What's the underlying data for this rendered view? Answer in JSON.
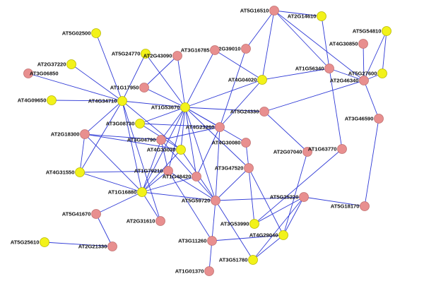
{
  "colors": {
    "edge": "#2f3ad6",
    "node_pink": "#e88f8f",
    "node_pink_stroke": "#c07070",
    "node_yellow": "#f2f21a",
    "node_yellow_stroke": "#b8b800",
    "label": "#111111"
  },
  "nodes": [
    {
      "id": "AT5G16510",
      "label": "AT5G16510",
      "color": "pink"
    },
    {
      "id": "AT2G14610",
      "label": "AT2G14610",
      "color": "yellow"
    },
    {
      "id": "AT5G54810",
      "label": "AT5G54810",
      "color": "yellow"
    },
    {
      "id": "AT4G30850",
      "label": "AT4G30850",
      "color": "pink"
    },
    {
      "id": "AT1G56340",
      "label": "AT1G56340",
      "color": "pink"
    },
    {
      "id": "AT2G46340",
      "label": "AT2G46340",
      "color": "pink"
    },
    {
      "id": "AT5G27600",
      "label": "AT5G27600",
      "color": "yellow"
    },
    {
      "id": "AT2G39010",
      "label": "AT2G39010",
      "color": "pink"
    },
    {
      "id": "AT3G16785",
      "label": "AT3G16785",
      "color": "pink"
    },
    {
      "id": "AT4G04020",
      "label": "AT4G04020",
      "color": "yellow"
    },
    {
      "id": "AT5G02500",
      "label": "AT5G02500",
      "color": "yellow"
    },
    {
      "id": "AT5G24770",
      "label": "AT5G24770",
      "color": "yellow"
    },
    {
      "id": "AT2G43090",
      "label": "AT2G43090",
      "color": "pink"
    },
    {
      "id": "AT2G37220",
      "label": "AT2G37220",
      "color": "yellow"
    },
    {
      "id": "AT3G06850",
      "label": "AT3G06850",
      "color": "pink"
    },
    {
      "id": "AT1G17950",
      "label": "AT1G17950",
      "color": "pink"
    },
    {
      "id": "AT4G09650",
      "label": "AT4G09650",
      "color": "yellow"
    },
    {
      "id": "AT4G34710",
      "label": "AT4G34710",
      "color": "yellow"
    },
    {
      "id": "AT1G53670",
      "label": "AT1G53670",
      "color": "yellow"
    },
    {
      "id": "AT5G24330",
      "label": "AT5G24330",
      "color": "pink"
    },
    {
      "id": "AT3G08730",
      "label": "AT3G08730",
      "color": "yellow"
    },
    {
      "id": "AT4G23260",
      "label": "AT4G23260",
      "color": "pink"
    },
    {
      "id": "AT3G46590",
      "label": "AT3G46590",
      "color": "pink"
    },
    {
      "id": "AT2G18300",
      "label": "AT2G18300",
      "color": "pink"
    },
    {
      "id": "AT3G04790",
      "label": "AT3G04790",
      "color": "pink"
    },
    {
      "id": "AT4G30080",
      "label": "AT4G30080",
      "color": "pink"
    },
    {
      "id": "AT4G33030",
      "label": "AT4G33030",
      "color": "yellow"
    },
    {
      "id": "AT2G07040",
      "label": "AT2G07040",
      "color": "pink"
    },
    {
      "id": "AT1G63770",
      "label": "AT1G63770",
      "color": "pink"
    },
    {
      "id": "AT4G31550",
      "label": "AT4G31550",
      "color": "yellow"
    },
    {
      "id": "AT1G79210",
      "label": "AT1G79210",
      "color": "pink"
    },
    {
      "id": "AT3G47520",
      "label": "AT3G47520",
      "color": "pink"
    },
    {
      "id": "AT1G48420",
      "label": "AT1G48420",
      "color": "pink"
    },
    {
      "id": "AT1G16880",
      "label": "AT1G16880",
      "color": "yellow"
    },
    {
      "id": "AT5G25220",
      "label": "AT5G25220",
      "color": "pink"
    },
    {
      "id": "AT5G59720",
      "label": "AT5G59720",
      "color": "pink"
    },
    {
      "id": "AT5G41670",
      "label": "AT5G41670",
      "color": "pink"
    },
    {
      "id": "AT5G18170",
      "label": "AT5G18170",
      "color": "pink"
    },
    {
      "id": "AT2G31610",
      "label": "AT2G31610",
      "color": "pink"
    },
    {
      "id": "AT3G53990",
      "label": "AT3G53990",
      "color": "yellow"
    },
    {
      "id": "AT4G29040",
      "label": "AT4G29040",
      "color": "yellow"
    },
    {
      "id": "AT5G25610",
      "label": "AT5G25610",
      "color": "yellow"
    },
    {
      "id": "AT3G11260",
      "label": "AT3G11260",
      "color": "pink"
    },
    {
      "id": "AT2G21330",
      "label": "AT2G21330",
      "color": "pink"
    },
    {
      "id": "AT3G51780",
      "label": "AT3G51780",
      "color": "yellow"
    },
    {
      "id": "AT1G01370",
      "label": "AT1G01370",
      "color": "pink"
    }
  ],
  "edges": [
    [
      "AT5G16510",
      "AT2G14610"
    ],
    [
      "AT5G16510",
      "AT1G56340"
    ],
    [
      "AT5G16510",
      "AT2G46340"
    ],
    [
      "AT5G16510",
      "AT4G04020"
    ],
    [
      "AT5G16510",
      "AT2G39010"
    ],
    [
      "AT2G14610",
      "AT1G56340"
    ],
    [
      "AT5G54810",
      "AT2G46340"
    ],
    [
      "AT4G30850",
      "AT2G46340"
    ],
    [
      "AT2G46340",
      "AT5G27600"
    ],
    [
      "AT2G46340",
      "AT1G56340"
    ],
    [
      "AT2G46340",
      "AT5G24330"
    ],
    [
      "AT2G46340",
      "AT3G46590"
    ],
    [
      "AT1G56340",
      "AT1G63770"
    ],
    [
      "AT1G56340",
      "AT4G04020"
    ],
    [
      "AT5G27600",
      "AT5G54810"
    ],
    [
      "AT3G16785",
      "AT4G04020"
    ],
    [
      "AT3G16785",
      "AT1G53670"
    ],
    [
      "AT2G39010",
      "AT4G23260"
    ],
    [
      "AT4G04020",
      "AT1G53670"
    ],
    [
      "AT4G04020",
      "AT4G23260"
    ],
    [
      "AT5G02500",
      "AT4G34710"
    ],
    [
      "AT5G24770",
      "AT4G34710"
    ],
    [
      "AT5G24770",
      "AT1G53670"
    ],
    [
      "AT2G43090",
      "AT1G17950"
    ],
    [
      "AT2G37220",
      "AT4G34710"
    ],
    [
      "AT3G06850",
      "AT4G34710"
    ],
    [
      "AT4G09650",
      "AT4G34710"
    ],
    [
      "AT1G17950",
      "AT1G53670"
    ],
    [
      "AT4G34710",
      "AT1G53670"
    ],
    [
      "AT4G34710",
      "AT2G18300"
    ],
    [
      "AT4G34710",
      "AT4G31550"
    ],
    [
      "AT4G34710",
      "AT1G16880"
    ],
    [
      "AT4G34710",
      "AT2G31610"
    ],
    [
      "AT4G34710",
      "AT4G33030"
    ],
    [
      "AT1G53670",
      "AT2G43090"
    ],
    [
      "AT1G53670",
      "AT3G08730"
    ],
    [
      "AT1G53670",
      "AT5G24330"
    ],
    [
      "AT1G53670",
      "AT4G23260"
    ],
    [
      "AT1G53670",
      "AT3G04790"
    ],
    [
      "AT1G53670",
      "AT1G79210"
    ],
    [
      "AT1G53670",
      "AT1G48420"
    ],
    [
      "AT1G53670",
      "AT3G47520"
    ],
    [
      "AT1G53670",
      "AT5G59720"
    ],
    [
      "AT1G53670",
      "AT1G16880"
    ],
    [
      "AT1G53670",
      "AT4G33030"
    ],
    [
      "AT1G53670",
      "AT4G30080"
    ],
    [
      "AT5G24330",
      "AT2G07040"
    ],
    [
      "AT4G23260",
      "AT5G59720"
    ],
    [
      "AT4G23260",
      "AT1G48420"
    ],
    [
      "AT4G23260",
      "AT3G04790"
    ],
    [
      "AT3G46590",
      "AT5G18170"
    ],
    [
      "AT2G18300",
      "AT3G04790"
    ],
    [
      "AT2G18300",
      "AT4G33030"
    ],
    [
      "AT2G18300",
      "AT4G31550"
    ],
    [
      "AT2G18300",
      "AT1G16880"
    ],
    [
      "AT3G04790",
      "AT1G16880"
    ],
    [
      "AT3G04790",
      "AT5G59720"
    ],
    [
      "AT3G04790",
      "AT1G79210"
    ],
    [
      "AT4G33030",
      "AT1G16880"
    ],
    [
      "AT4G33030",
      "AT5G59720"
    ],
    [
      "AT4G30080",
      "AT3G47520"
    ],
    [
      "AT2G07040",
      "AT4G29040"
    ],
    [
      "AT1G63770",
      "AT3G53990"
    ],
    [
      "AT4G31550",
      "AT1G16880"
    ],
    [
      "AT1G79210",
      "AT5G59720"
    ],
    [
      "AT1G79210",
      "AT3G11260"
    ],
    [
      "AT1G79210",
      "AT1G16880"
    ],
    [
      "AT3G47520",
      "AT3G53990"
    ],
    [
      "AT3G47520",
      "AT4G29040"
    ],
    [
      "AT3G47520",
      "AT5G59720"
    ],
    [
      "AT1G48420",
      "AT1G16880"
    ],
    [
      "AT1G16880",
      "AT5G59720"
    ],
    [
      "AT1G16880",
      "AT5G41670"
    ],
    [
      "AT1G16880",
      "AT2G31610"
    ],
    [
      "AT5G25220",
      "AT5G59720"
    ],
    [
      "AT5G25220",
      "AT5G18170"
    ],
    [
      "AT5G25220",
      "AT3G53990"
    ],
    [
      "AT5G25220",
      "AT4G29040"
    ],
    [
      "AT5G25220",
      "AT3G51780"
    ],
    [
      "AT5G59720",
      "AT1G01370"
    ],
    [
      "AT5G59720",
      "AT3G51780"
    ],
    [
      "AT5G41670",
      "AT2G21330"
    ],
    [
      "AT5G25610",
      "AT2G21330"
    ],
    [
      "AT3G11260",
      "AT4G29040"
    ],
    [
      "AT3G51780",
      "AT4G29040"
    ],
    [
      "AT3G08730",
      "AT4G33030"
    ],
    [
      "AT4G23260",
      "AT3G08730"
    ],
    [
      "AT1G79210",
      "AT4G31550"
    ]
  ]
}
